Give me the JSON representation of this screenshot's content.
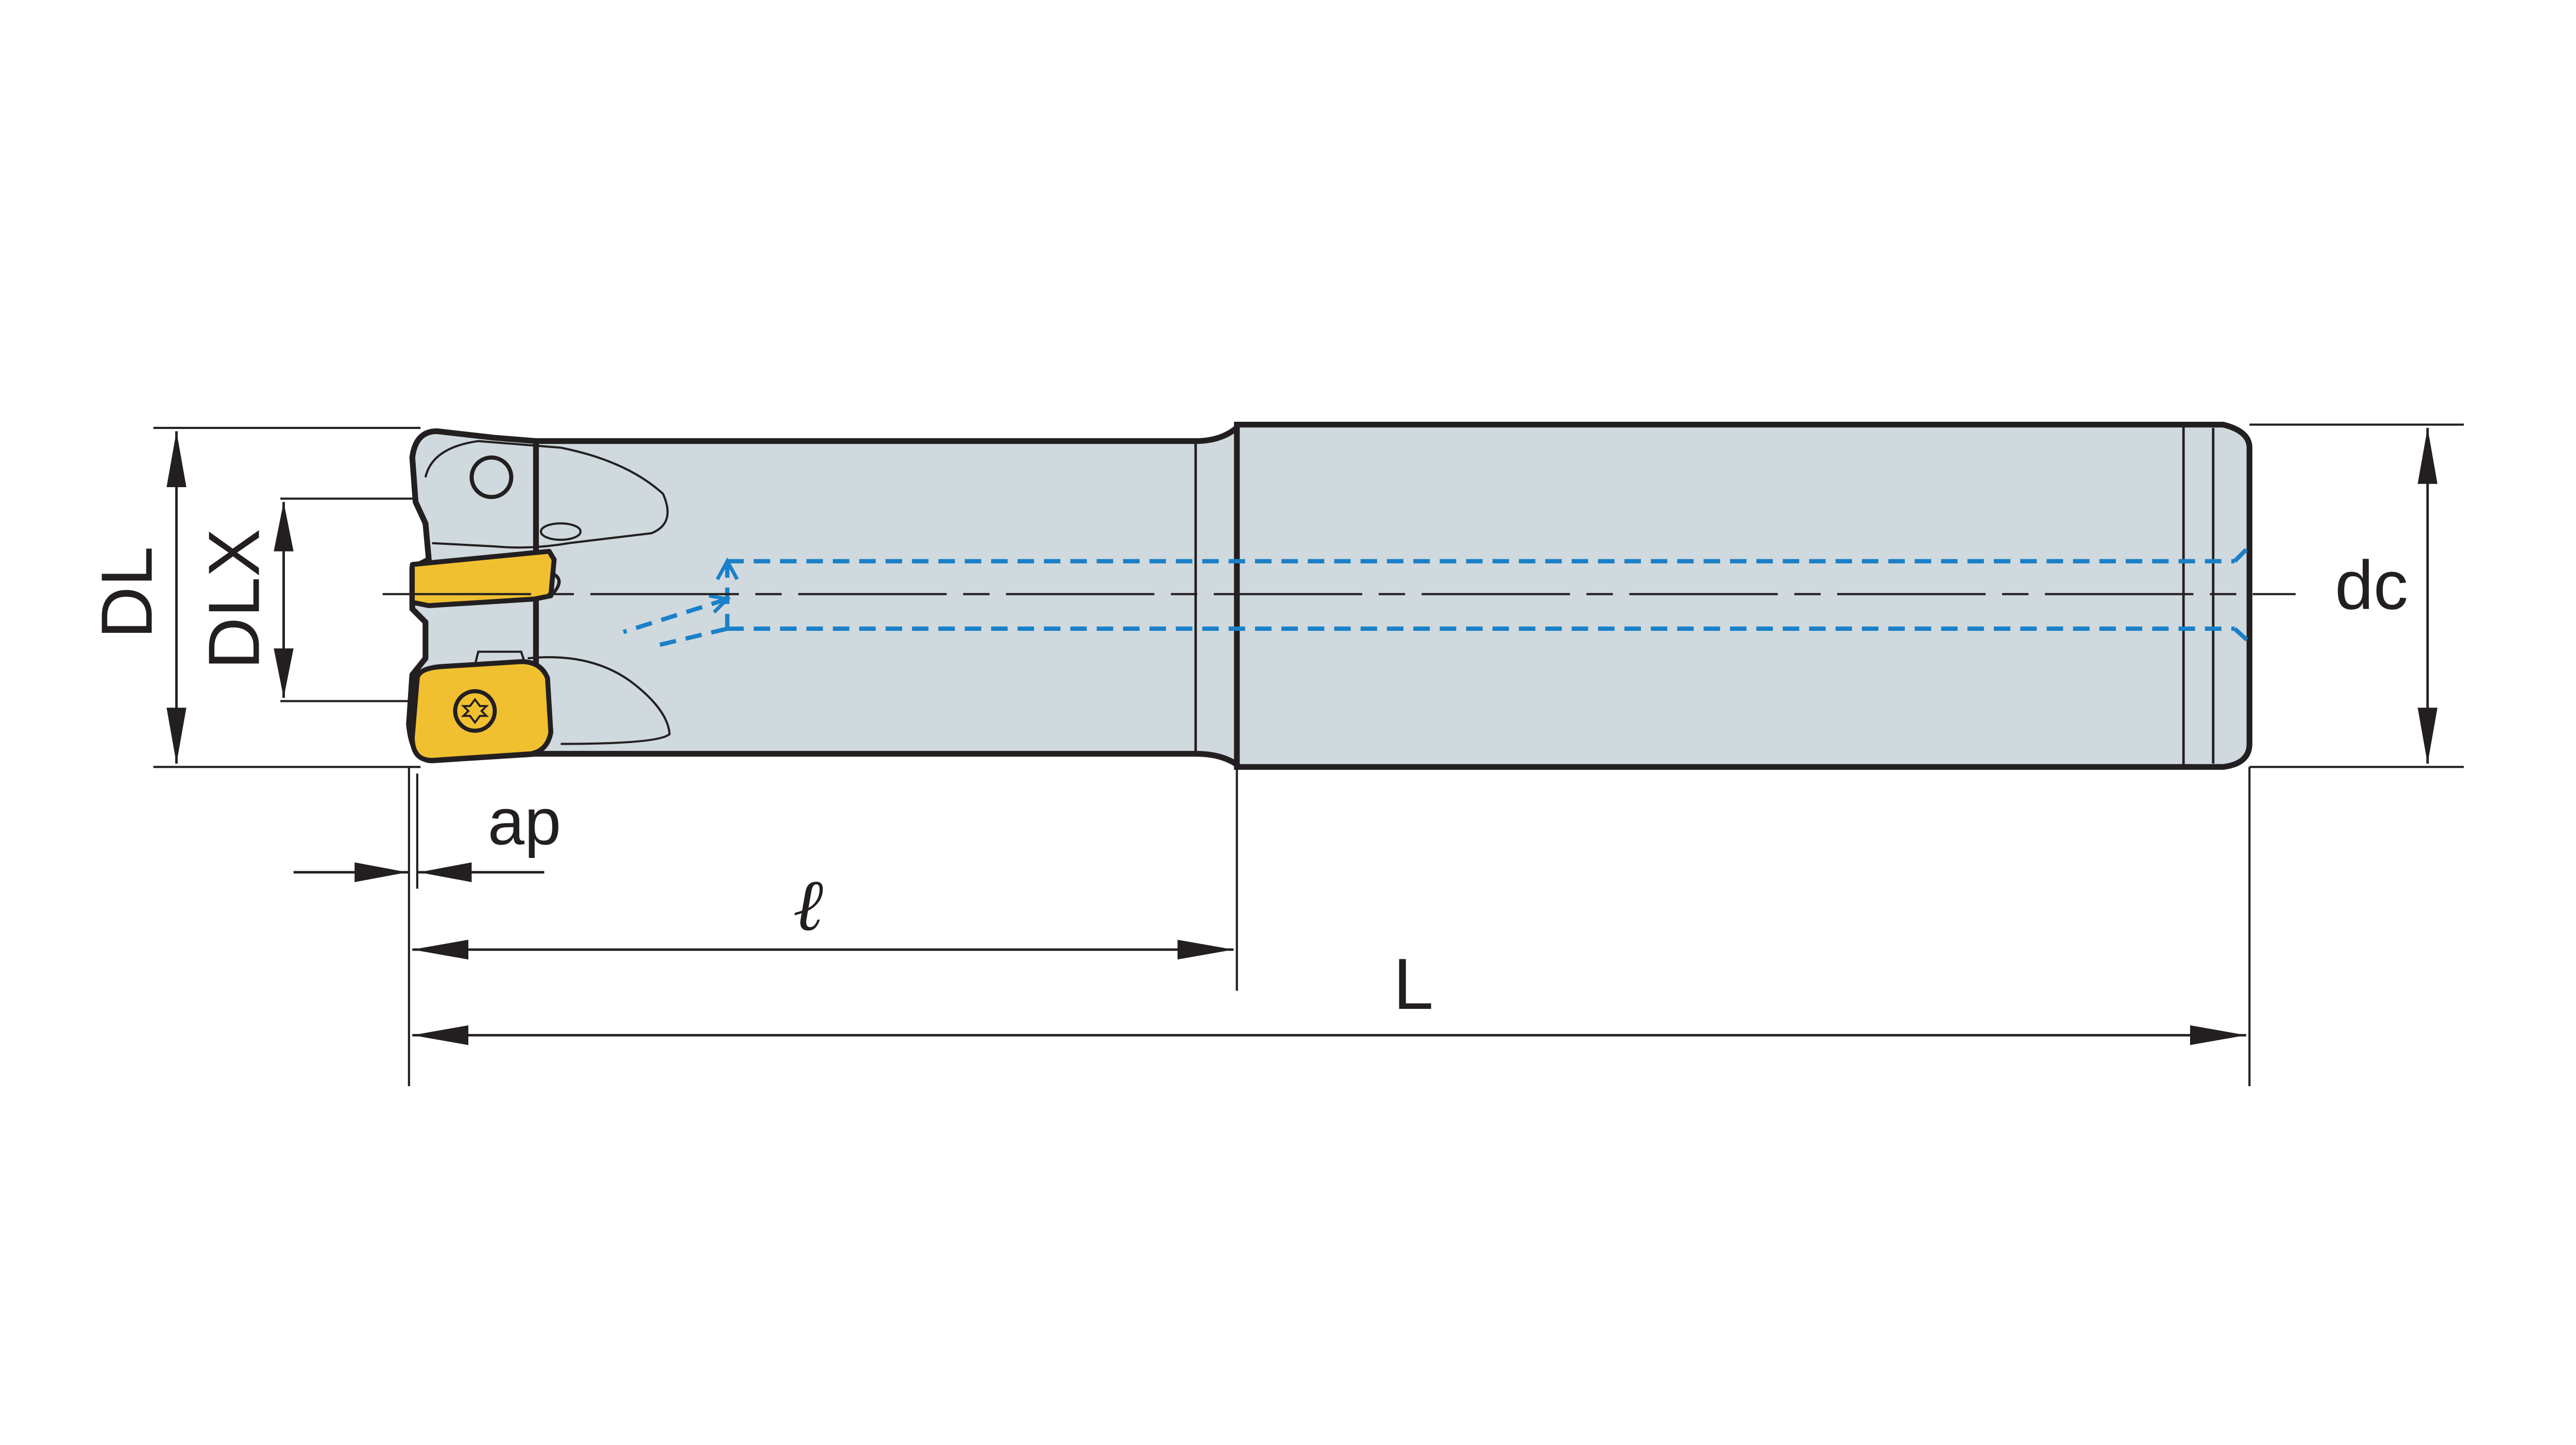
{
  "dimensions": {
    "DL": "DL",
    "DLX": "DLX",
    "dc": "dc",
    "ap": "ap",
    "ell": "ℓ",
    "L": "L"
  },
  "colors": {
    "body_fill": "#cfd9de",
    "outline": "#231f20",
    "insert_fill": "#f0c030",
    "coolant": "#1a80c8"
  }
}
